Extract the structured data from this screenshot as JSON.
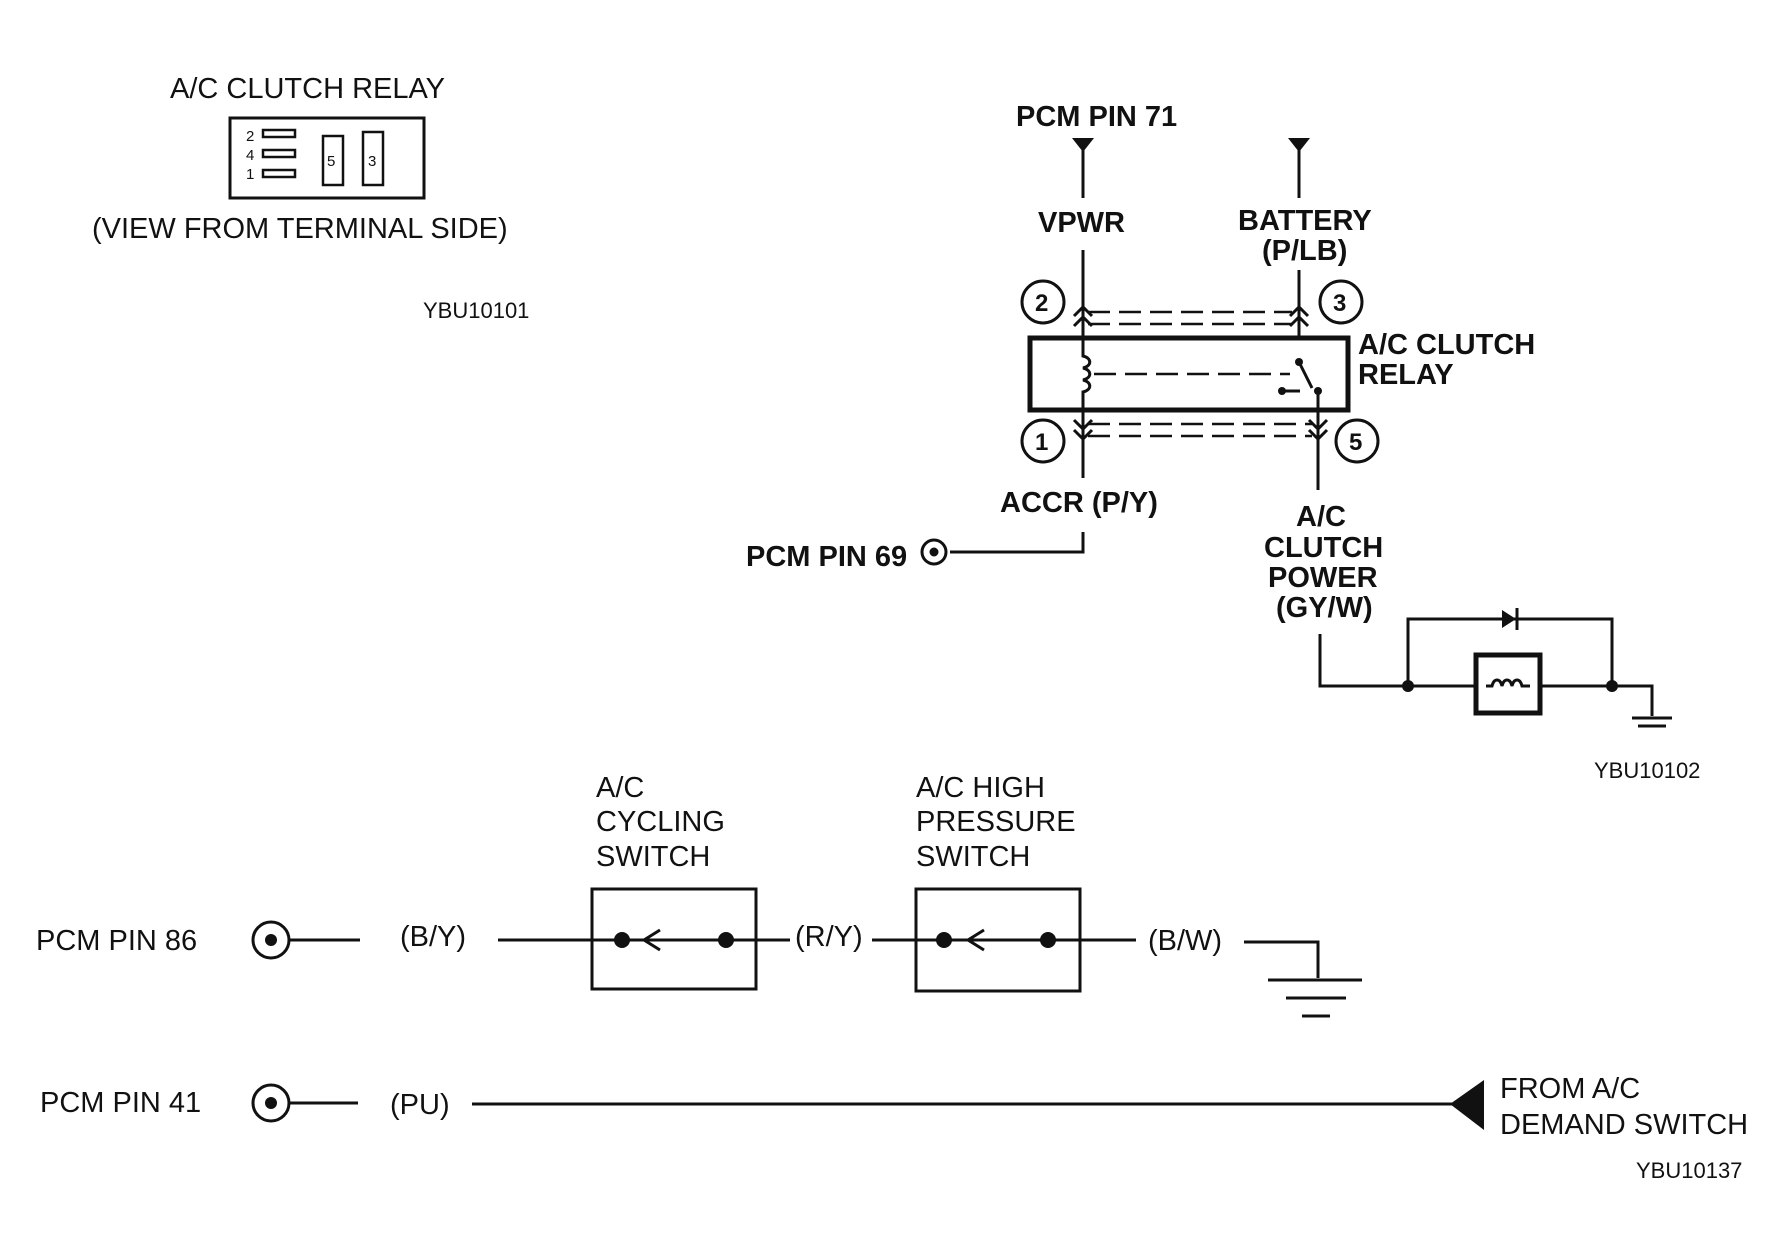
{
  "relay_view": {
    "title": "A/C CLUTCH RELAY",
    "caption": "(VIEW FROM TERMINAL SIDE)",
    "pins_left": [
      "2",
      "4",
      "1"
    ],
    "pins_right": [
      "5",
      "3"
    ],
    "code": "YBU10101"
  },
  "relay_circuit": {
    "pcm_pin_71": "PCM PIN 71",
    "vpwr": "VPWR",
    "battery": "BATTERY",
    "battery_color": "(P/LB)",
    "relay_label_1": "A/C CLUTCH",
    "relay_label_2": "RELAY",
    "terminal_2": "2",
    "terminal_3": "3",
    "terminal_1": "1",
    "terminal_5": "5",
    "accr": "ACCR (P/Y)",
    "pcm_pin_69": "PCM PIN 69",
    "clutch_power": [
      "A/C",
      "CLUTCH",
      "POWER",
      "(GY/W)"
    ],
    "code": "YBU10102"
  },
  "switch_circuit": {
    "pcm_pin_86": "PCM PIN 86",
    "wire_by": "(B/Y)",
    "cycling_switch": [
      "A/C",
      "CYCLING",
      "SWITCH"
    ],
    "wire_ry": "(R/Y)",
    "high_pressure_switch": [
      "A/C HIGH",
      "PRESSURE",
      "SWITCH"
    ],
    "wire_bw": "(B/W)",
    "pcm_pin_41": "PCM PIN 41",
    "wire_pu": "(PU)",
    "demand_1": "FROM A/C",
    "demand_2": "DEMAND SWITCH",
    "code": "YBU10137"
  }
}
